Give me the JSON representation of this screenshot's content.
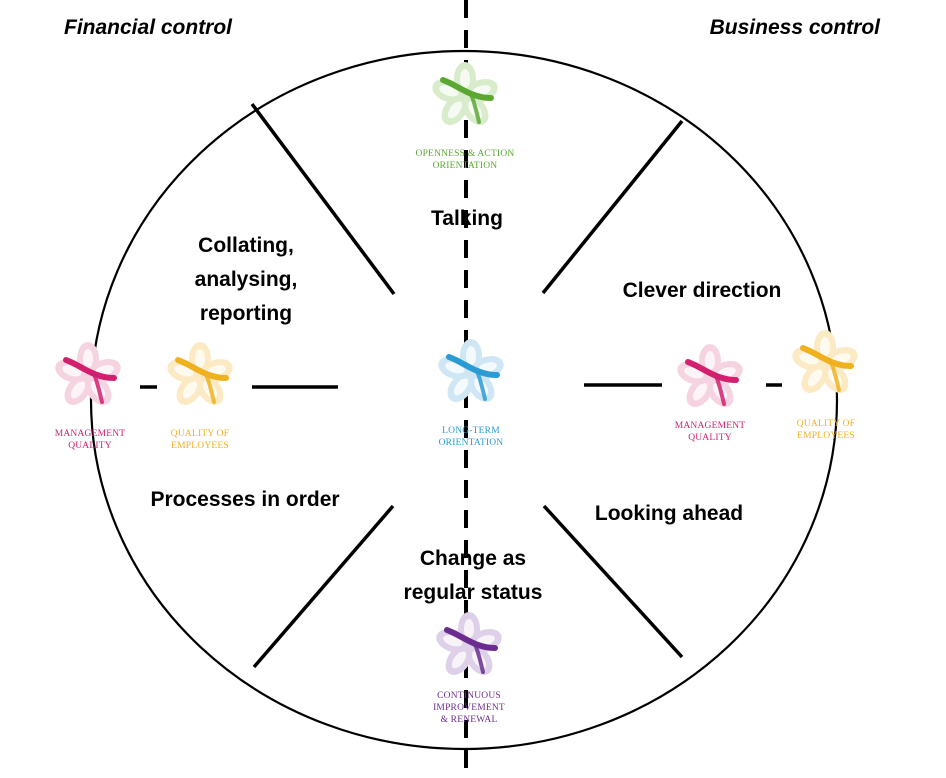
{
  "titles": {
    "left": "Financial control",
    "right": "Business control"
  },
  "segments": {
    "top": [
      "Talking"
    ],
    "upper_left": [
      "Collating,",
      "analysing,",
      "reporting"
    ],
    "upper_right": [
      "Clever direction"
    ],
    "lower_left": [
      "Processes in order"
    ],
    "lower_right": [
      "Looking ahead"
    ],
    "bottom": [
      "Change as",
      "regular status"
    ]
  },
  "flowers": {
    "top": {
      "caption": [
        "OPENNESS & ACTION",
        "ORIENTATION"
      ],
      "color": "#5aa832",
      "light_color": "#d8ebcb",
      "icon": "flower-green-icon"
    },
    "center": {
      "caption": [
        "LONG-TERM",
        "ORIENTATION"
      ],
      "color": "#2b9bd6",
      "light_color": "#cfe6f4",
      "icon": "flower-blue-icon"
    },
    "bottom": {
      "caption": [
        "CONTINUOUS",
        "IMPROVEMENT",
        "& RENEWAL"
      ],
      "color": "#6a2d8f",
      "light_color": "#ddd0e8",
      "icon": "flower-purple-icon"
    },
    "left_management": {
      "caption": [
        "MANAGEMENT",
        "QUALITY"
      ],
      "color": "#d21f6e",
      "light_color": "#f6d3e1",
      "icon": "flower-magenta-icon"
    },
    "left_employees": {
      "caption": [
        "QUALITY OF",
        "EMPLOYEES"
      ],
      "color": "#efb21e",
      "light_color": "#fbeac4",
      "icon": "flower-yellow-icon"
    },
    "right_management": {
      "caption": [
        "MANAGEMENT",
        "QUALITY"
      ],
      "color": "#d21f6e",
      "light_color": "#f6d3e1",
      "icon": "flower-magenta-icon"
    },
    "right_employees": {
      "caption": [
        "QUALITY OF",
        "EMPLOYEES"
      ],
      "color": "#efb21e",
      "light_color": "#fbeac4",
      "icon": "flower-yellow-icon"
    }
  }
}
